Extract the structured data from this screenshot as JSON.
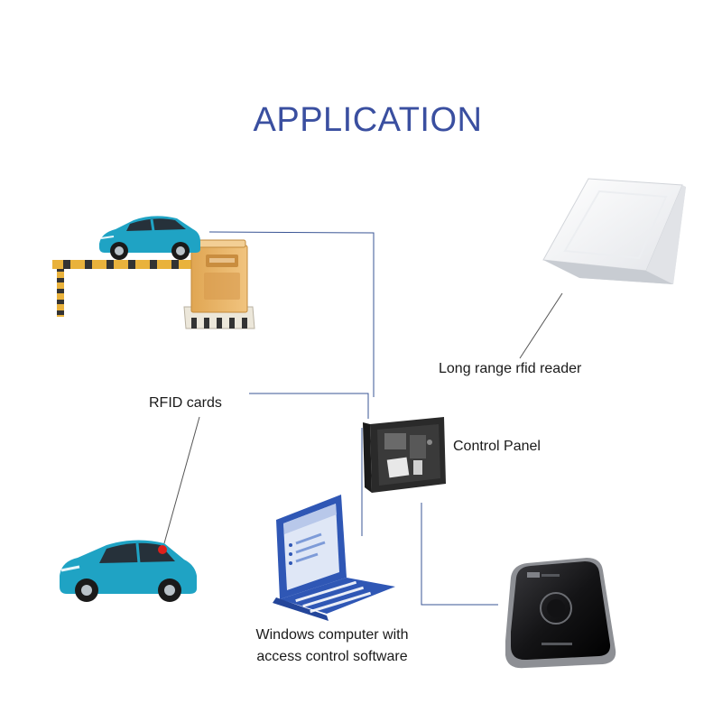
{
  "title": "APPLICATION",
  "labels": {
    "long_range_reader": "Long range rfid reader",
    "rfid_cards": "RFID cards",
    "control_panel": "Control Panel",
    "computer_line1": "Windows computer with",
    "computer_line2": "access control software"
  },
  "colors": {
    "title": "#3a4fa0",
    "connector": "#3a5595",
    "car_body": "#1fa3c4",
    "barrier_booth": "#e8b166",
    "laptop": "#2f57b5",
    "desktop_reader": "#1c1c1e",
    "rfid_tag": "#e0201b"
  },
  "icons": [
    "car-icon",
    "parking-barrier-icon",
    "long-range-reader-icon",
    "control-panel-icon",
    "laptop-icon",
    "desktop-card-reader-icon",
    "rfid-tag-icon"
  ]
}
